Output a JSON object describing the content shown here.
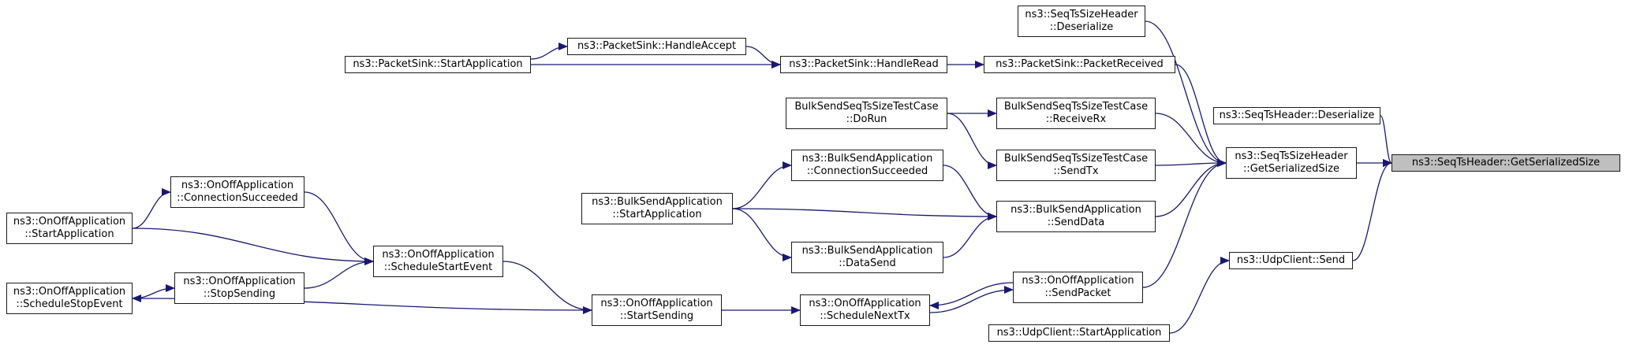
{
  "diagram": {
    "type": "call-graph",
    "edge_color": "#191970",
    "focus_fill": "#bfbfbf",
    "nodes": [
      {
        "id": "target",
        "lines": [
          "ns3::SeqTsHeader::GetSerializedSize"
        ],
        "focus": true
      },
      {
        "id": "sts_getsize",
        "lines": [
          "ns3::SeqTsSizeHeader",
          "::GetSerializedSize"
        ]
      },
      {
        "id": "seqts_deser",
        "lines": [
          "ns3::SeqTsHeader::Deserialize"
        ]
      },
      {
        "id": "udp_send",
        "lines": [
          "ns3::UdpClient::Send"
        ]
      },
      {
        "id": "udp_start",
        "lines": [
          "ns3::UdpClient::StartApplication"
        ]
      },
      {
        "id": "sts_deser",
        "lines": [
          "ns3::SeqTsSizeHeader",
          "::Deserialize"
        ]
      },
      {
        "id": "ps_received",
        "lines": [
          "ns3::PacketSink::PacketReceived"
        ]
      },
      {
        "id": "ps_read",
        "lines": [
          "ns3::PacketSink::HandleRead"
        ]
      },
      {
        "id": "ps_accept",
        "lines": [
          "ns3::PacketSink::HandleAccept"
        ]
      },
      {
        "id": "ps_start",
        "lines": [
          "ns3::PacketSink::StartApplication"
        ]
      },
      {
        "id": "tc_recv",
        "lines": [
          "BulkSendSeqTsSizeTestCase",
          "::ReceiveRx"
        ]
      },
      {
        "id": "tc_run",
        "lines": [
          "BulkSendSeqTsSizeTestCase",
          "::DoRun"
        ]
      },
      {
        "id": "tc_send",
        "lines": [
          "BulkSendSeqTsSizeTestCase",
          "::SendTx"
        ]
      },
      {
        "id": "bs_senddata",
        "lines": [
          "ns3::BulkSendApplication",
          "::SendData"
        ]
      },
      {
        "id": "bs_conn",
        "lines": [
          "ns3::BulkSendApplication",
          "::ConnectionSucceeded"
        ]
      },
      {
        "id": "bs_start",
        "lines": [
          "ns3::BulkSendApplication",
          "::StartApplication"
        ]
      },
      {
        "id": "bs_datasend",
        "lines": [
          "ns3::BulkSendApplication",
          "::DataSend"
        ]
      },
      {
        "id": "oo_sendpacket",
        "lines": [
          "ns3::OnOffApplication",
          "::SendPacket"
        ]
      },
      {
        "id": "oo_schednext",
        "lines": [
          "ns3::OnOffApplication",
          "::ScheduleNextTx"
        ]
      },
      {
        "id": "oo_startsend",
        "lines": [
          "ns3::OnOffApplication",
          "::StartSending"
        ]
      },
      {
        "id": "oo_schedstart",
        "lines": [
          "ns3::OnOffApplication",
          "::ScheduleStartEvent"
        ]
      },
      {
        "id": "oo_conn",
        "lines": [
          "ns3::OnOffApplication",
          "::ConnectionSucceeded"
        ]
      },
      {
        "id": "oo_start",
        "lines": [
          "ns3::OnOffApplication",
          "::StartApplication"
        ]
      },
      {
        "id": "oo_stop",
        "lines": [
          "ns3::OnOffApplication",
          "::StopSending"
        ]
      },
      {
        "id": "oo_schedstop",
        "lines": [
          "ns3::OnOffApplication",
          "::ScheduleStopEvent"
        ]
      }
    ],
    "edges": [
      {
        "from": "sts_getsize",
        "to": "target"
      },
      {
        "from": "seqts_deser",
        "to": "target"
      },
      {
        "from": "udp_send",
        "to": "target"
      },
      {
        "from": "udp_start",
        "to": "udp_send"
      },
      {
        "from": "sts_deser",
        "to": "sts_getsize"
      },
      {
        "from": "ps_received",
        "to": "sts_getsize"
      },
      {
        "from": "tc_recv",
        "to": "sts_getsize"
      },
      {
        "from": "tc_send",
        "to": "sts_getsize"
      },
      {
        "from": "bs_senddata",
        "to": "sts_getsize"
      },
      {
        "from": "oo_sendpacket",
        "to": "sts_getsize"
      },
      {
        "from": "ps_read",
        "to": "ps_received"
      },
      {
        "from": "ps_accept",
        "to": "ps_read"
      },
      {
        "from": "ps_start",
        "to": "ps_read"
      },
      {
        "from": "ps_start",
        "to": "ps_accept"
      },
      {
        "from": "tc_run",
        "to": "tc_recv"
      },
      {
        "from": "tc_run",
        "to": "tc_send"
      },
      {
        "from": "bs_conn",
        "to": "bs_senddata"
      },
      {
        "from": "bs_start",
        "to": "bs_senddata"
      },
      {
        "from": "bs_datasend",
        "to": "bs_senddata"
      },
      {
        "from": "bs_start",
        "to": "bs_conn"
      },
      {
        "from": "bs_start",
        "to": "bs_datasend"
      },
      {
        "from": "oo_schednext",
        "to": "oo_sendpacket"
      },
      {
        "from": "oo_sendpacket",
        "to": "oo_schednext"
      },
      {
        "from": "oo_startsend",
        "to": "oo_schednext"
      },
      {
        "from": "oo_schedstart",
        "to": "oo_startsend"
      },
      {
        "from": "oo_startsend",
        "to": "oo_schedstop"
      },
      {
        "from": "oo_conn",
        "to": "oo_schedstart"
      },
      {
        "from": "oo_start",
        "to": "oo_schedstart"
      },
      {
        "from": "oo_stop",
        "to": "oo_schedstart"
      },
      {
        "from": "oo_start",
        "to": "oo_conn"
      },
      {
        "from": "oo_schedstop",
        "to": "oo_stop"
      }
    ]
  }
}
